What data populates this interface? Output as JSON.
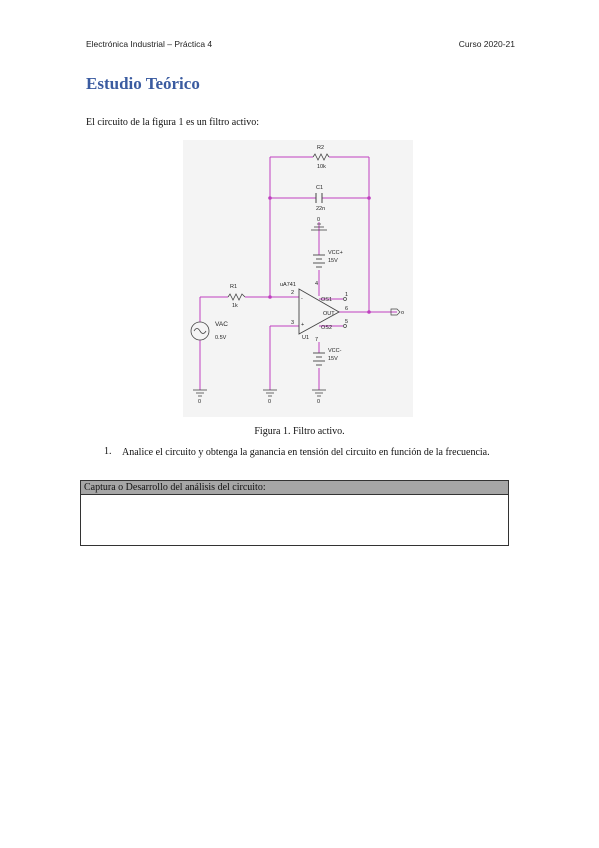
{
  "header": {
    "left": "Electrónica Industrial – Práctica 4",
    "right": "Curso 2020-21"
  },
  "title": "Estudio Teórico",
  "intro": "El circuito de la figura 1 es un filtro activo:",
  "figure": {
    "caption": "Figura 1. Filtro activo.",
    "labels": {
      "r2_name": "R2",
      "r2_value": "10k",
      "c1_name": "C1",
      "c1_value": "22n",
      "top_ground": "0",
      "vccp_name": "VCC+",
      "vccp_value": "15V",
      "opamp_model": "uA741",
      "r1_name": "R1",
      "r1_value": "1k",
      "pin2": "2",
      "pin3": "3",
      "pin4": "4",
      "pin7": "7",
      "pin6": "6",
      "pin1": "1",
      "pin5": "5",
      "os1": "OS1",
      "os2": "OS2",
      "out": "OUT",
      "minus": "-",
      "plus": "+",
      "u1": "U1",
      "vac_name": "VAC",
      "vac_value": "0.5V",
      "vccn_name": "VCC-",
      "vccn_value": "15V",
      "gnd1": "0",
      "gnd2": "0",
      "gnd3": "0",
      "output": "o"
    }
  },
  "question": {
    "number": "1.",
    "text": "Analice el circuito y obtenga la ganancia en tensión del circuito en función de la frecuencia."
  },
  "answer_box": {
    "header": "Captura o Desarrollo del análisis del circuito:"
  }
}
